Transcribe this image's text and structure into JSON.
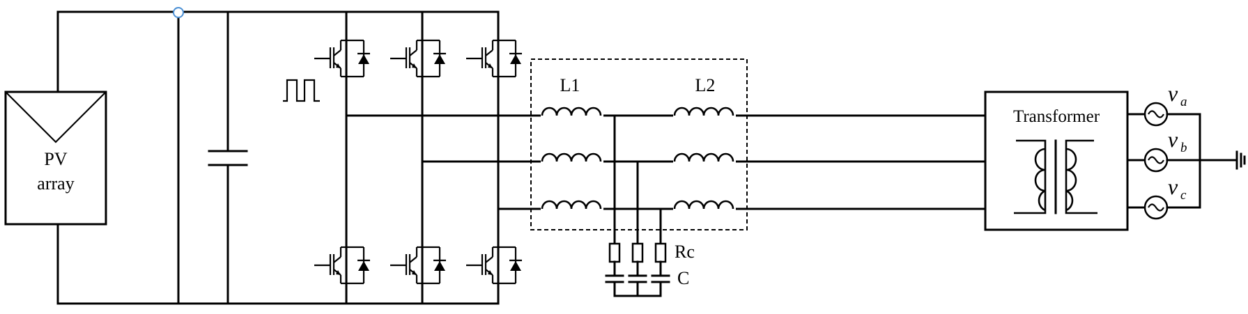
{
  "labels": {
    "pv_line1": "PV",
    "pv_line2": "array",
    "l1": "L1",
    "l2": "L2",
    "rc": "Rc",
    "c": "C",
    "transformer": "Transformer",
    "v": "v",
    "phase_a": "a",
    "phase_b": "b",
    "phase_c": "c"
  },
  "colors": {
    "wire": "#000000",
    "node_marker": "#4a8fd4",
    "background": "#ffffff"
  },
  "icons": [
    "solar-panel-icon",
    "pwm-signal-icon",
    "igbt-icon",
    "inductor-icon",
    "resistor-icon",
    "capacitor-icon",
    "ac-source-icon",
    "ground-icon",
    "transformer-icon"
  ]
}
